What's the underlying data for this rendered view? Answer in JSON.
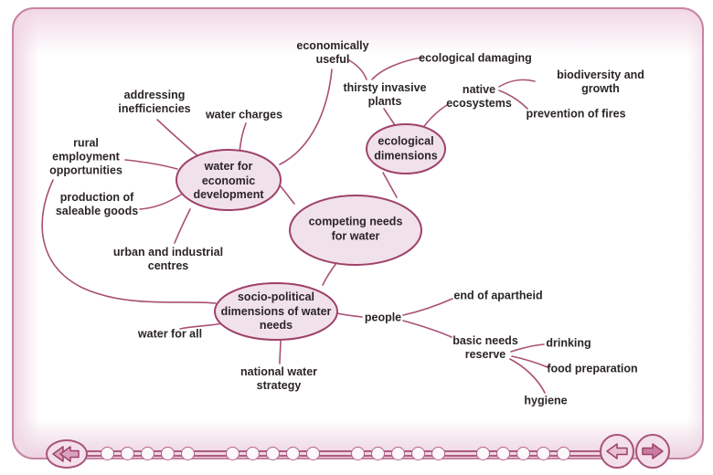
{
  "viewer": {
    "frame_border_color": "#c583a3",
    "frame_glow_color": "#f2d7e5",
    "background_color": "#ffffff"
  },
  "diagram": {
    "accent_line_color": "#a85075",
    "node_fill_color": "#f1e1eb",
    "node_stroke_color": "#9e4168",
    "text_color": "#2b2526",
    "nodes": {
      "competing": {
        "label": "competing needs\nfor water"
      },
      "economic": {
        "label": "water for\neconomic\ndevelopment"
      },
      "ecological": {
        "label": "ecological\ndimensions"
      },
      "socio": {
        "label": "socio-political\ndimensions of water\nneeds"
      }
    },
    "labels": {
      "economically_useful": "economically\nuseful",
      "ecological_damaging": "ecological damaging",
      "thirsty_invasive_plants": "thirsty invasive\nplants",
      "native_ecosystems": "native\necosystems",
      "biodiversity_and_growth": "biodiversity and growth",
      "prevention_of_fires": "prevention of fires",
      "addressing_inefficiencies": "addressing\ninefficiencies",
      "water_charges": "water charges",
      "rural_employment_opportunities": "rural\nemployment\nopportunities",
      "production_of_saleable_goods": "production of\nsaleable goods",
      "urban_and_industrial_centres": "urban and industrial\ncentres",
      "water_for_all": "water for all",
      "national_water_strategy": "national water\nstrategy",
      "people": "people",
      "end_of_apartheid": "end of apartheid",
      "basic_needs_reserve": "basic needs\nreserve",
      "drinking": "drinking",
      "food_preparation": "food preparation",
      "hygiene": "hygiene"
    }
  },
  "nav": {
    "back_icon": "double-left-arrow",
    "prev_icon": "left-arrow",
    "next_icon": "right-arrow",
    "dot_groups": [
      5,
      5,
      5,
      5
    ],
    "line_color": "#ad5b81",
    "dot_stroke_color": "#b3638a",
    "button_stroke_color": "#a8537a",
    "arrow_fill_light": "#e8c0d4",
    "arrow_fill_dark": "#ca7ca4"
  }
}
